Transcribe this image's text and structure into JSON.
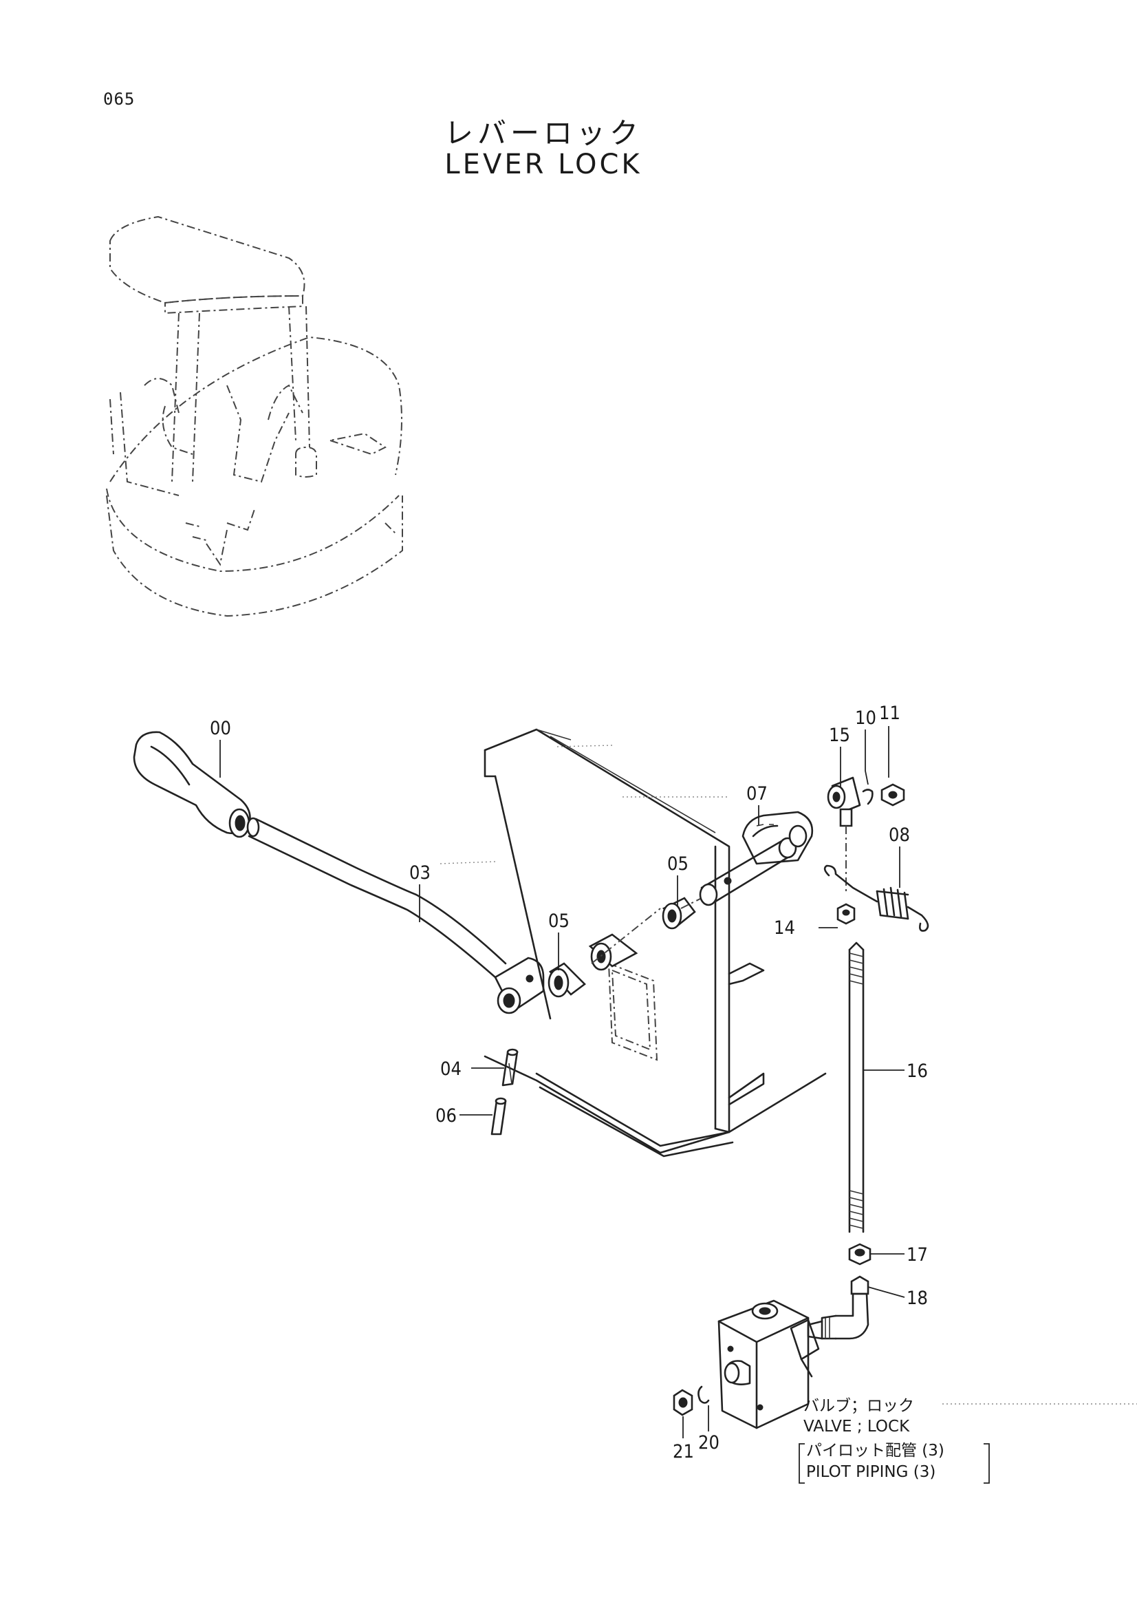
{
  "page_number": "065",
  "title_jp": "レバーロック",
  "title_en": "LEVER LOCK",
  "callouts": {
    "p00": "00",
    "p03": "03",
    "p04": "04",
    "p05a": "05",
    "p05b": "05",
    "p06": "06",
    "p07": "07",
    "p08": "08",
    "p10": "10",
    "p11": "11",
    "p14": "14",
    "p15": "15",
    "p16": "16",
    "p17": "17",
    "p18": "18",
    "p20": "20",
    "p21": "21"
  },
  "valve_note": {
    "line1": "バルブ；ロック",
    "line2": "VALVE ; LOCK",
    "line3": "パイロット配管 (3)",
    "line4": "PILOT PIPING (3)"
  }
}
